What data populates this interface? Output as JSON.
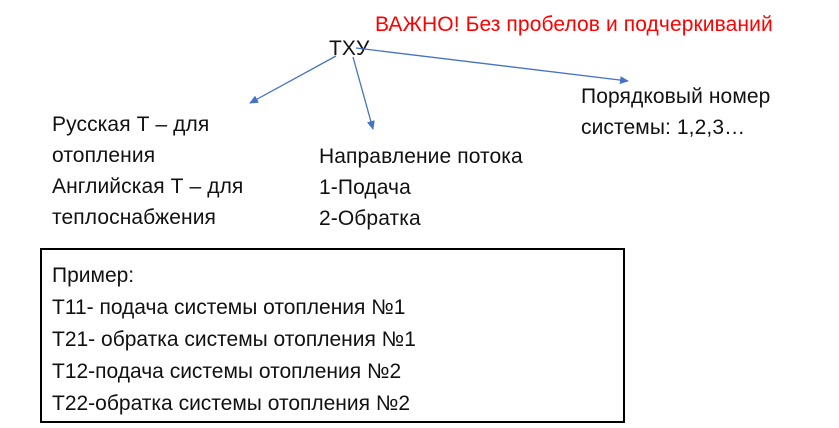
{
  "warning": "ВАЖНО! Без пробелов и подчеркиваний",
  "root": {
    "label": "ТХУ"
  },
  "branches": {
    "left": {
      "lines": [
        "Русская Т – для",
        "отопления",
        "Английская Т – для",
        "теплоснабжения"
      ]
    },
    "middle": {
      "lines": [
        "Направление потока",
        "1-Подача",
        "2-Обратка"
      ]
    },
    "right": {
      "lines": [
        "Порядковый номер",
        "системы: 1,2,3…"
      ]
    }
  },
  "example": {
    "heading": "Пример:",
    "lines": [
      "Т11- подача системы отопления №1",
      "Т21- обратка системы отопления №1",
      "Т12-подача системы отопления №2",
      "Т22-обратка системы отопления №2"
    ]
  },
  "colors": {
    "warning": "#ff0000",
    "arrow": "#4472c4",
    "text": "#111111",
    "box_border": "#000000"
  }
}
